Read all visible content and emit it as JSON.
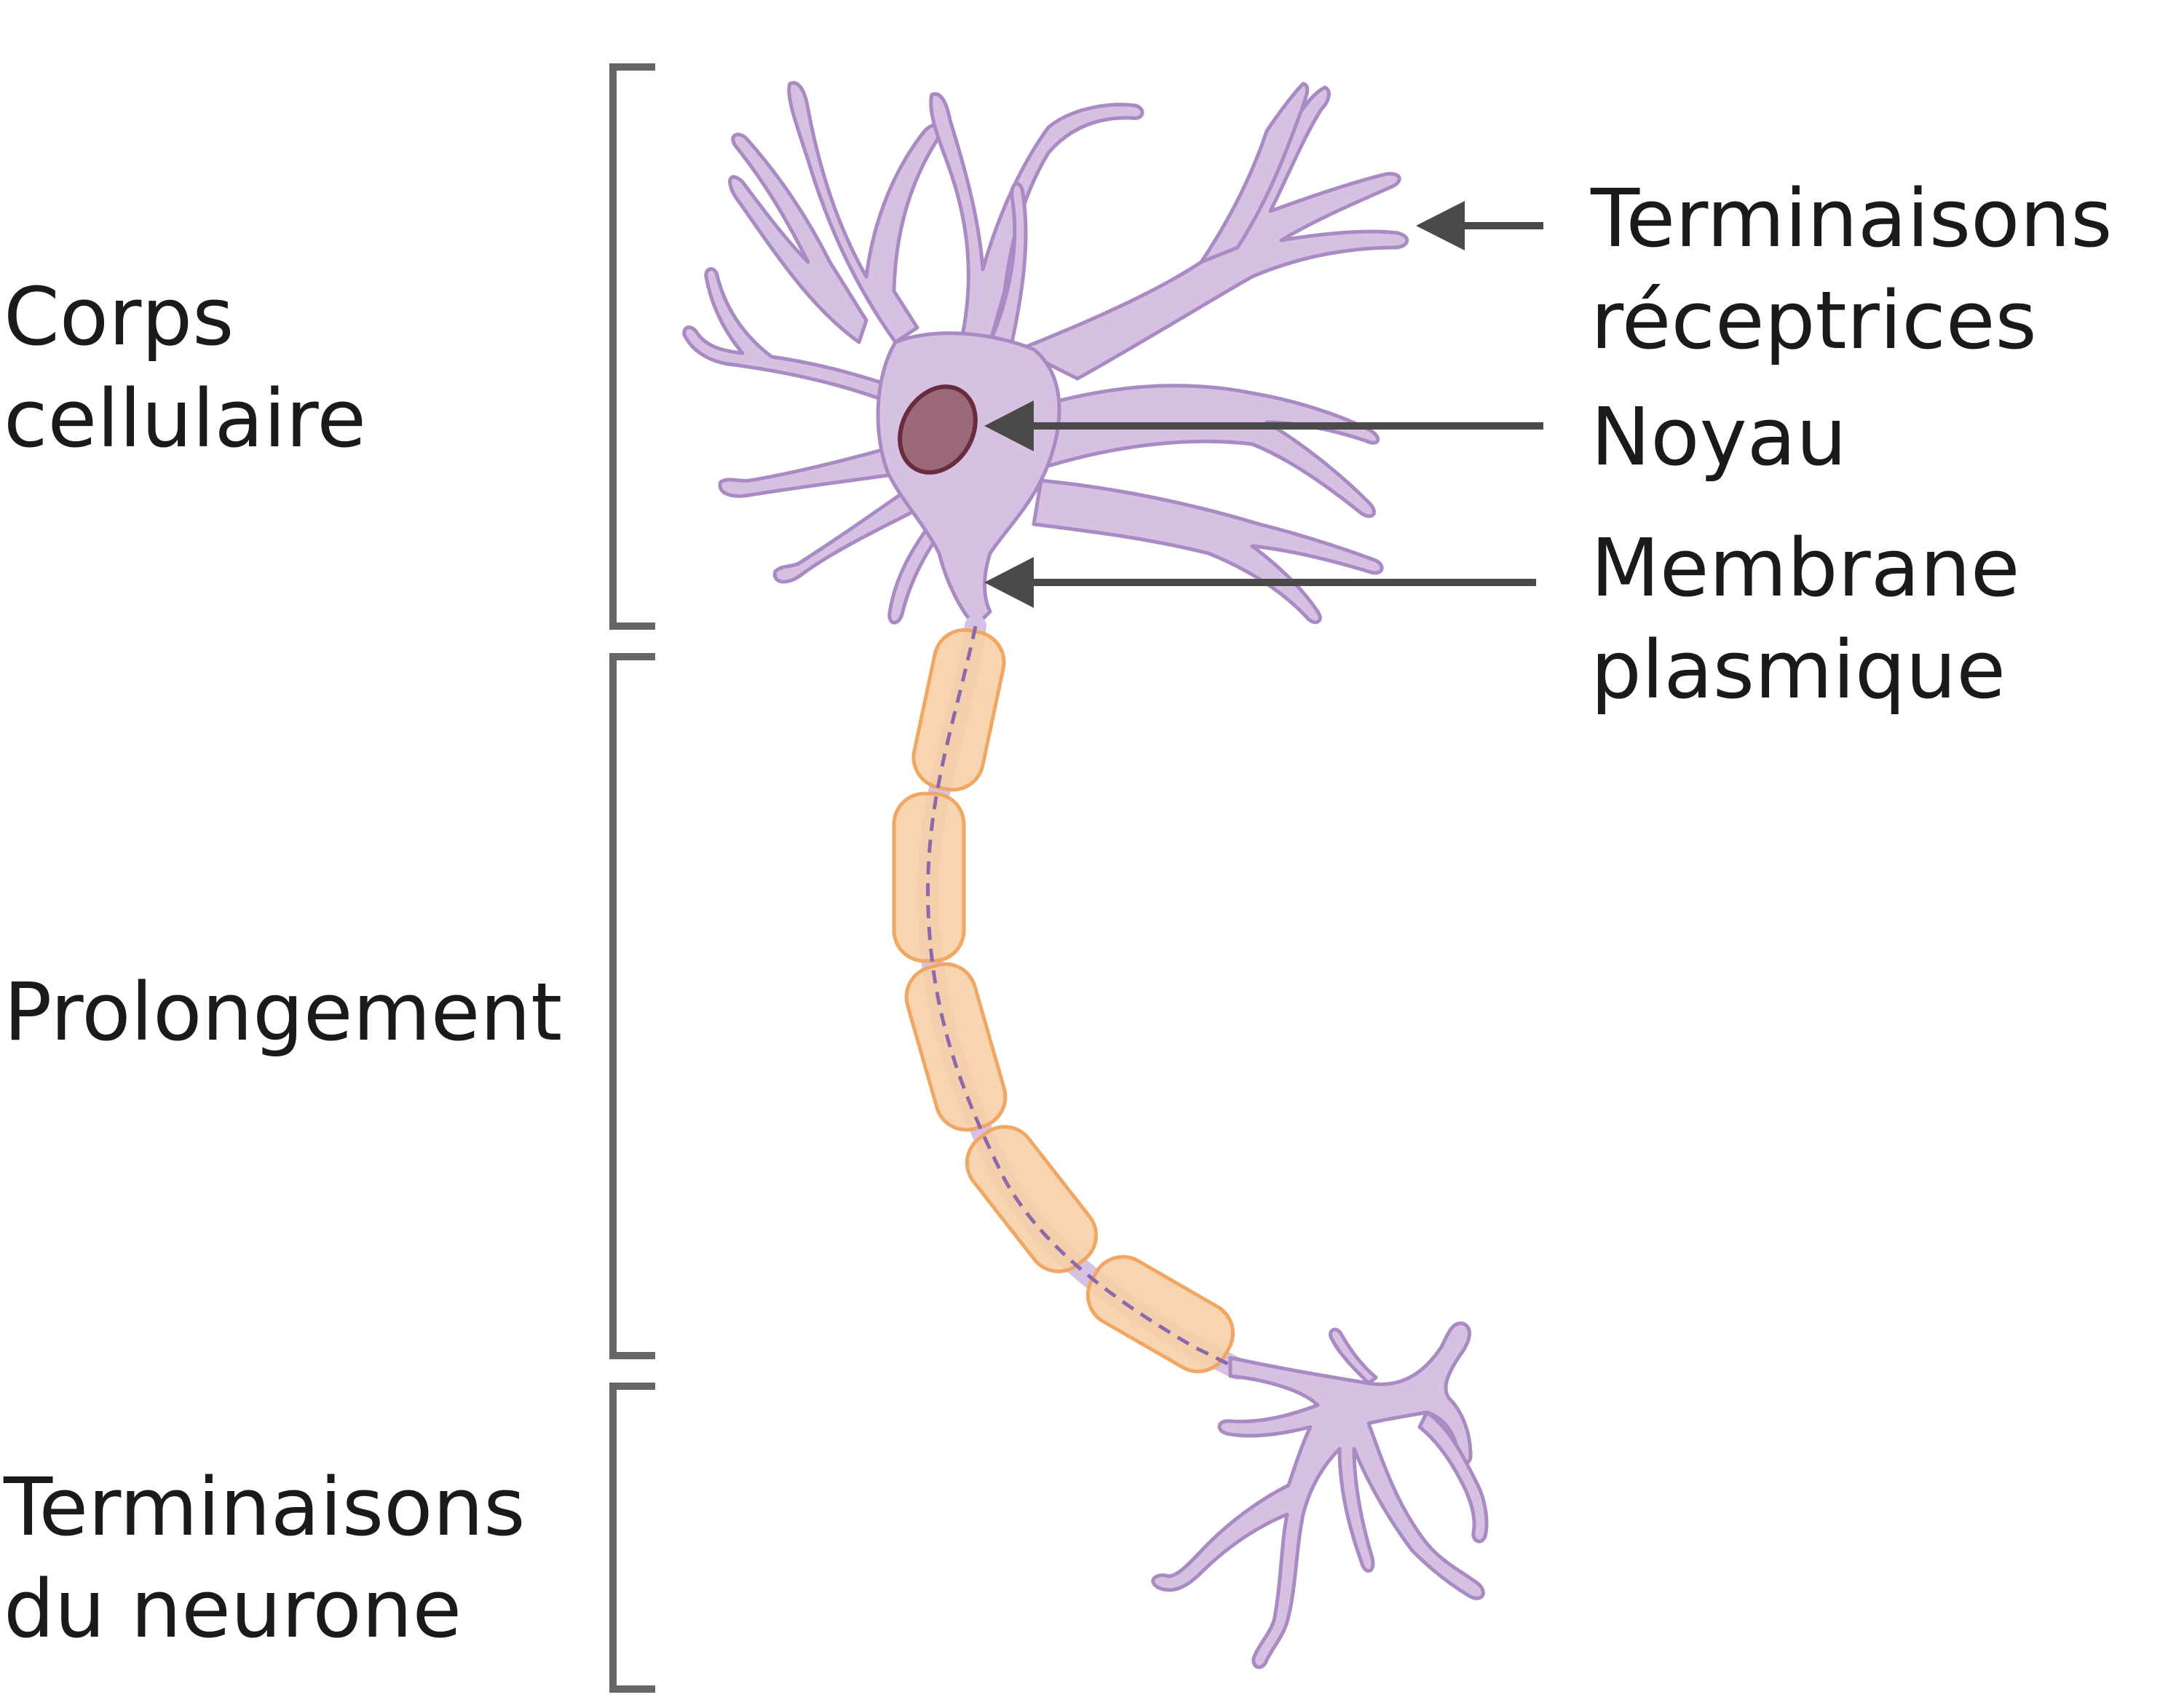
{
  "left_labels": {
    "corps_line1": "Corps",
    "corps_line2": "cellulaire",
    "prolongement": "Prolongement",
    "terminaisons_line1": "Terminaisons",
    "terminaisons_line2": "du neurone"
  },
  "right_labels": {
    "receptrices_line1": "Terminaisons",
    "receptrices_line2": "réceptrices",
    "noyau": "Noyau",
    "membrane_line1": "Membrane",
    "membrane_line2": "plasmique"
  },
  "colors": {
    "neuron_fill": "#d7c1e2",
    "neuron_stroke": "#a98bc4",
    "myelin_fill": "#f8cfa8",
    "myelin_stroke": "#f0a764",
    "nucleus_fill": "#9a6a78",
    "nucleus_stroke": "#6a2b3e",
    "bracket": "#666666",
    "arrow": "#4a4a4a"
  }
}
